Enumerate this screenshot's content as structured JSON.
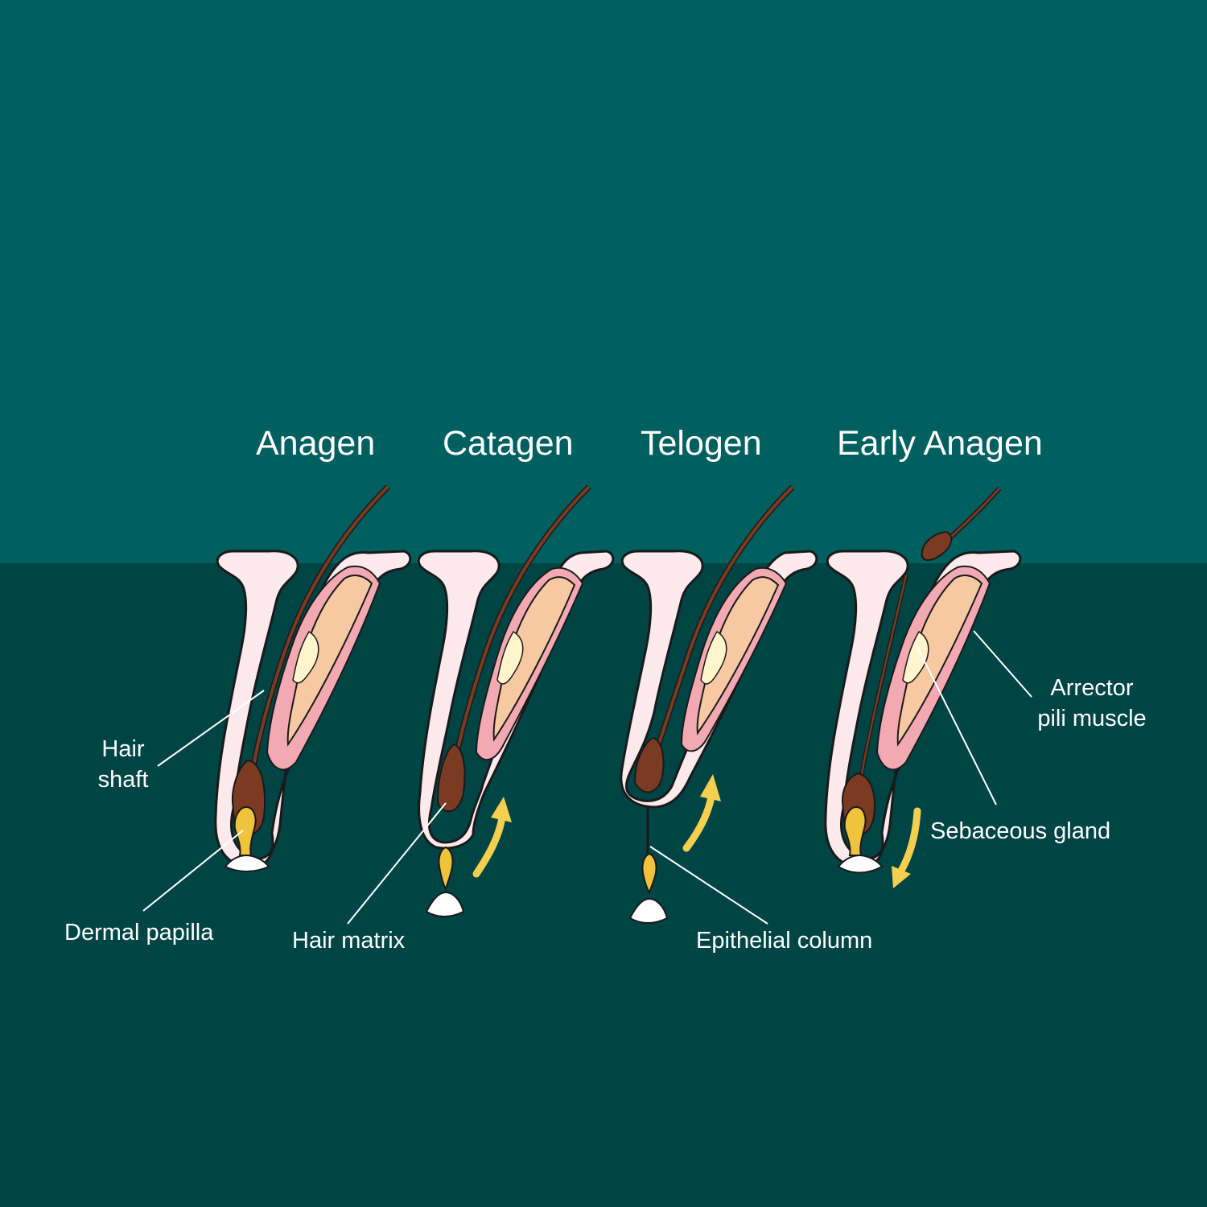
{
  "colors": {
    "sky": "#005f5f",
    "ground": "#004545",
    "skin": "#fbe9ec",
    "sheath": "#f2a9b2",
    "gland": "#f7c9a2",
    "hair": "#7a3b22",
    "papilla": "#f0c33c",
    "arrow": "#f5cf4f",
    "outline": "#1a1a1a"
  },
  "stages": [
    {
      "title": "Anagen"
    },
    {
      "title": "Catagen"
    },
    {
      "title": "Telogen"
    },
    {
      "title": "Early Anagen"
    }
  ],
  "labels": {
    "hair_shaft_line1": "Hair",
    "hair_shaft_line2": "shaft",
    "dermal_papilla": "Dermal papilla",
    "hair_matrix": "Hair matrix",
    "epithelial_column": "Epithelial column",
    "arrector_line1": "Arrector",
    "arrector_line2": "pili muscle",
    "sebaceous_gland": "Sebaceous gland"
  },
  "icons": {
    "arrow_catagen": "arrow-up-icon",
    "arrow_telogen": "arrow-up-icon",
    "arrow_early_anagen": "arrow-down-icon"
  }
}
